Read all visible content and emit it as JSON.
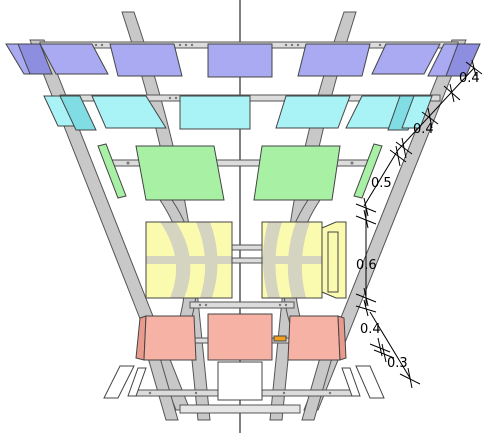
{
  "figure": {
    "dimension_labels": [
      "0.4",
      "0.4",
      "0.5",
      "0.6",
      "0.4",
      "0.3"
    ],
    "colors": {
      "row1": "#a9aaf2",
      "row2": "#a9f3f7",
      "row3": "#a7f0a4",
      "row4": "#fbfbb0",
      "row5": "#f6b2a4",
      "row6": "#ffffff",
      "structure": "#c9c9c9",
      "connector": "#f0a020"
    }
  }
}
